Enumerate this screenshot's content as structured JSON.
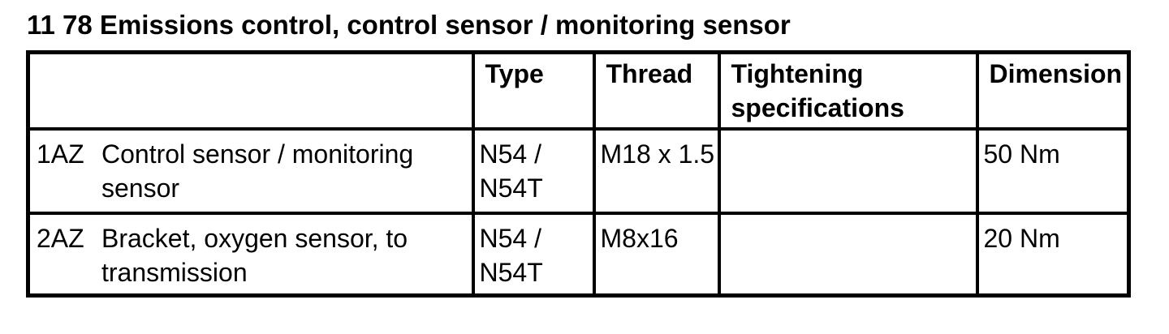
{
  "page": {
    "title": "11 78 Emissions control, control sensor / monitoring sensor"
  },
  "table": {
    "columns": [
      {
        "label": ""
      },
      {
        "label": "Type"
      },
      {
        "label": "Thread"
      },
      {
        "label": "Tightening specifications"
      },
      {
        "label": "Dimension"
      }
    ],
    "rows": [
      {
        "code": "1AZ",
        "name": "Control sensor / monitoring sensor",
        "type": "N54 / N54T",
        "thread": "M18 x 1.5",
        "tightening": "",
        "dimension": "50 Nm"
      },
      {
        "code": "2AZ",
        "name": "Bracket, oxygen sensor, to transmission",
        "type": "N54 / N54T",
        "thread": "M8x16",
        "tightening": "",
        "dimension": "20 Nm"
      }
    ]
  }
}
